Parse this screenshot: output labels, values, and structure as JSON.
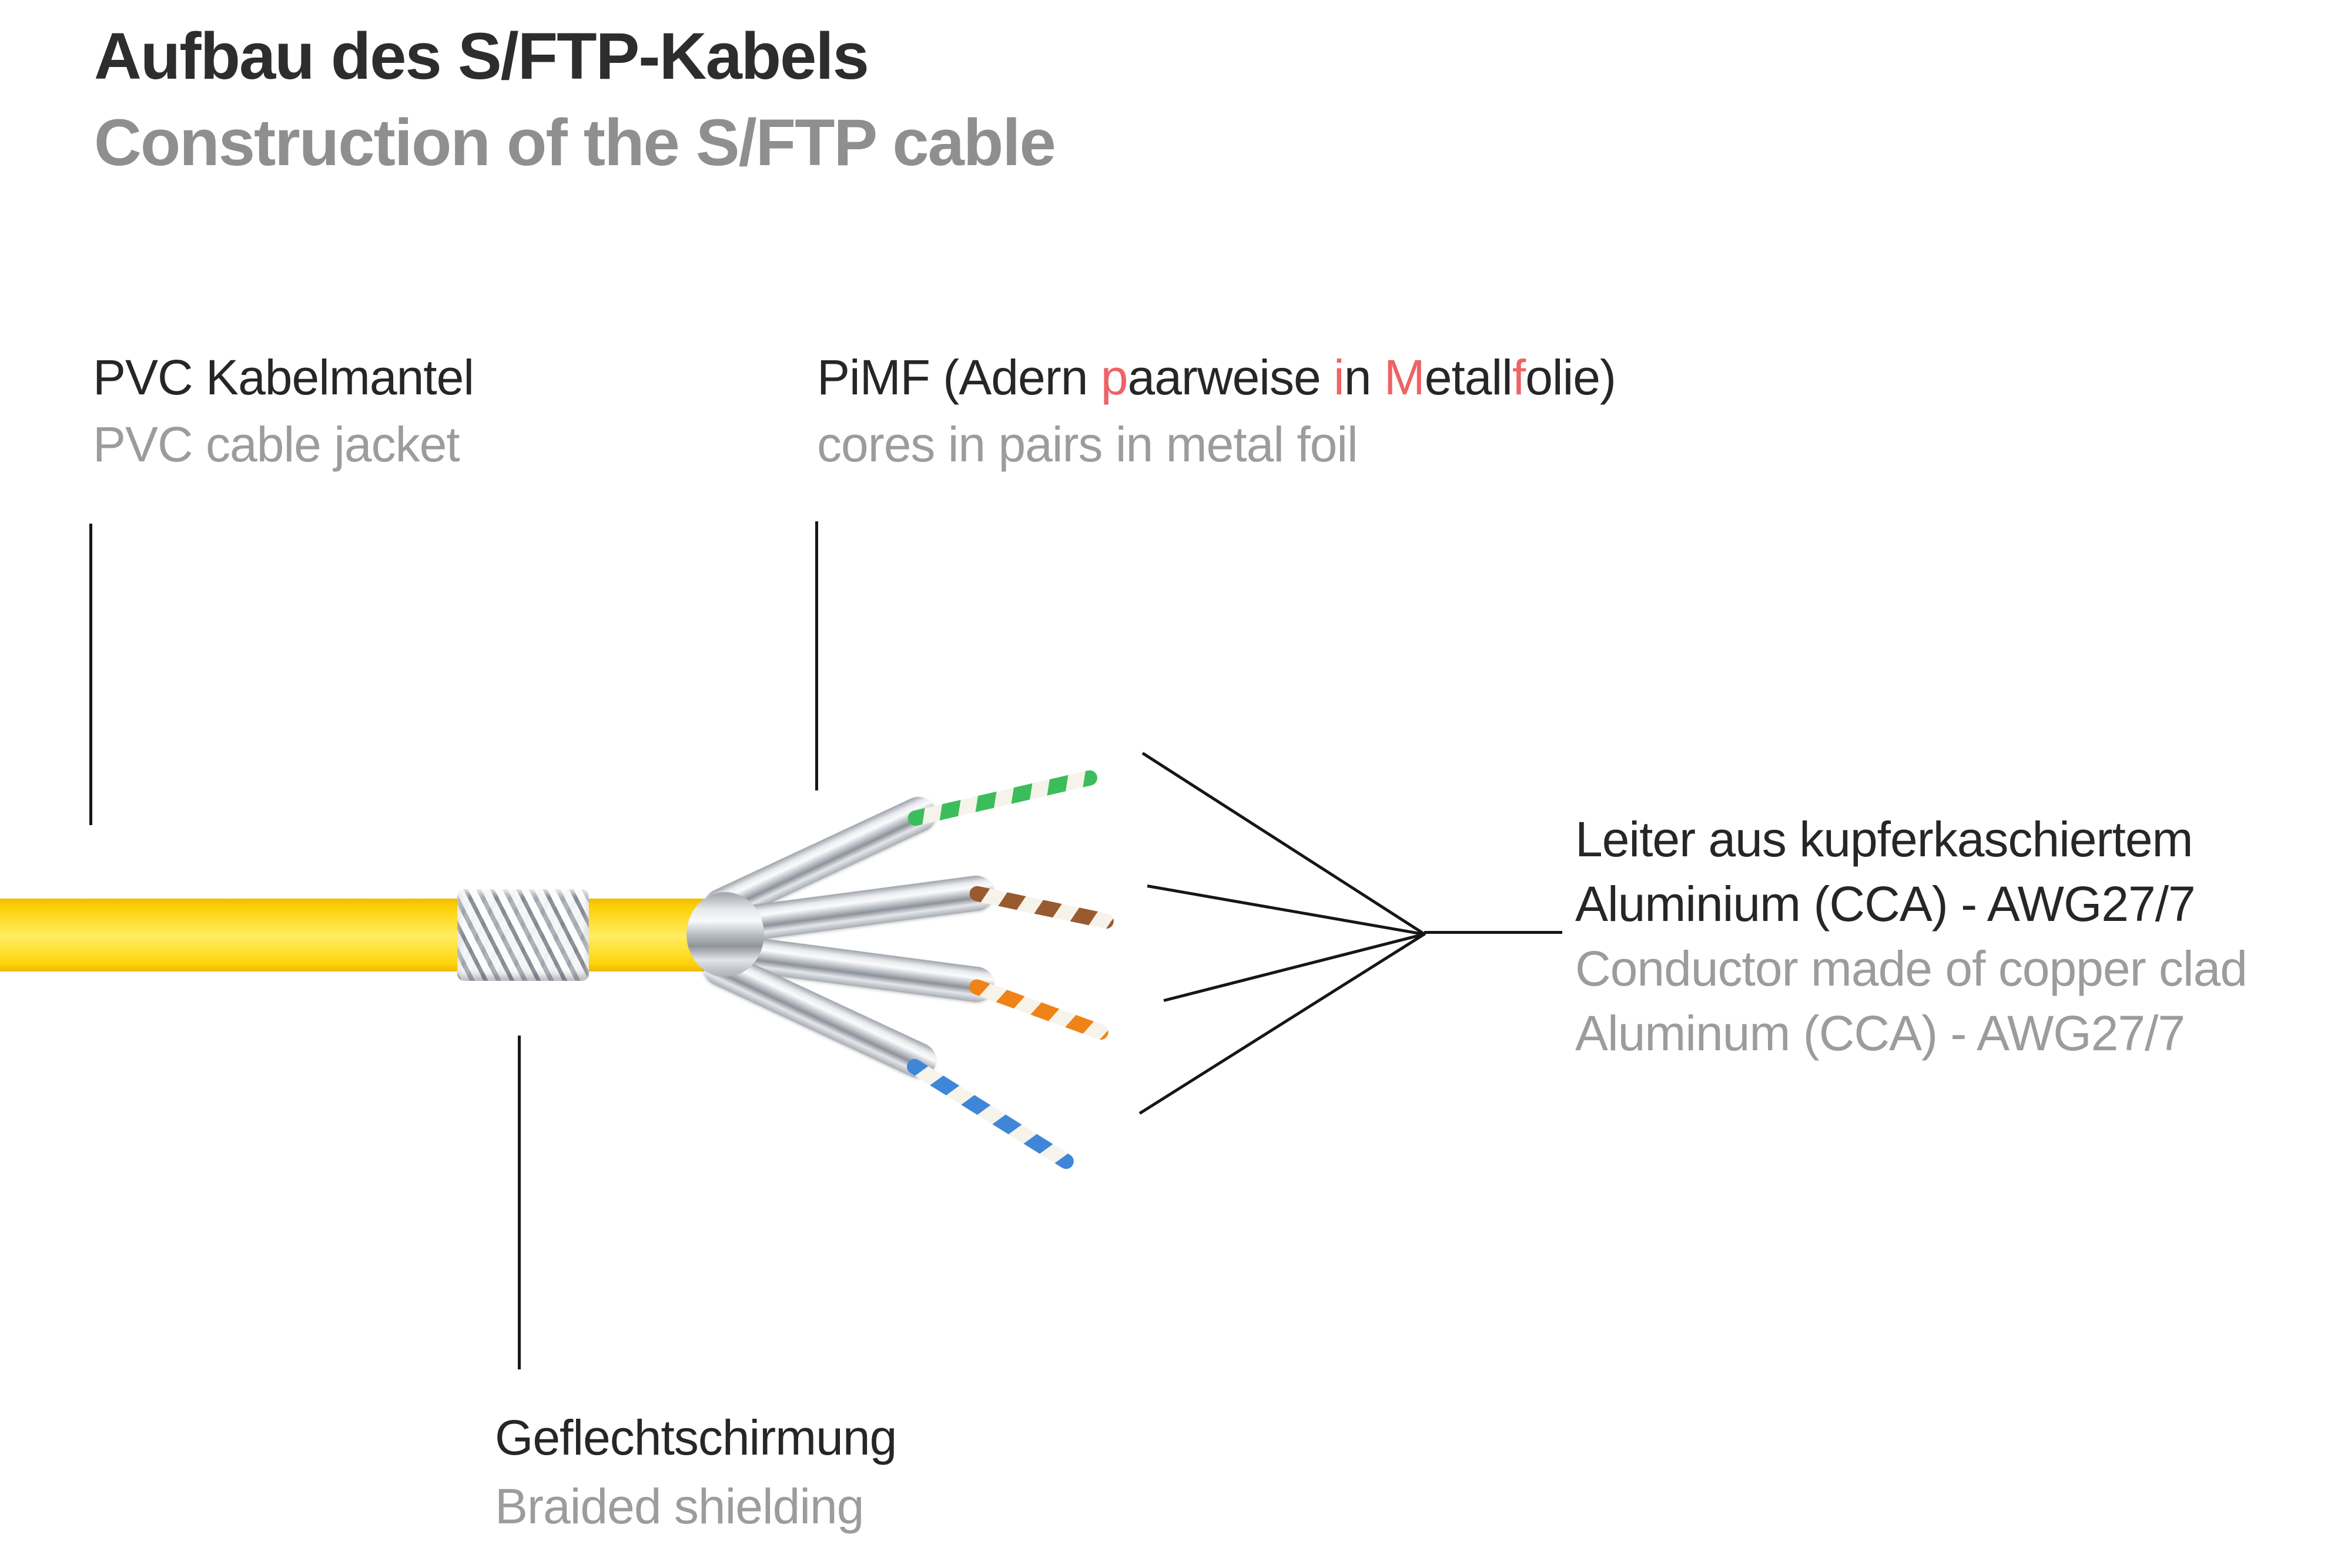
{
  "title": {
    "de": "Aufbau des S/FTP-Kabels",
    "en": "Construction of the S/FTP cable"
  },
  "labels": {
    "jacket": {
      "de": "PVC Kabelmantel",
      "en": "PVC cable jacket"
    },
    "pimf": {
      "de_parts": [
        {
          "text": "PiMF (Adern ",
          "accent": false
        },
        {
          "text": "p",
          "accent": true
        },
        {
          "text": "aarweise ",
          "accent": false
        },
        {
          "text": "i",
          "accent": true
        },
        {
          "text": "n ",
          "accent": false
        },
        {
          "text": "M",
          "accent": true
        },
        {
          "text": "etall",
          "accent": false
        },
        {
          "text": "f",
          "accent": true
        },
        {
          "text": "olie)",
          "accent": false
        }
      ],
      "en": "cores in pairs in metal foil"
    },
    "conductor": {
      "de1": "Leiter aus kupferkaschiertem",
      "de2": "Aluminium (CCA) - AWG27/7",
      "en1": "Conductor made of copper clad",
      "en2": "Aluminum (CCA) - AWG27/7"
    },
    "braid": {
      "de": "Geflechtschirmung",
      "en": "Braided shielding"
    }
  },
  "cable": {
    "jacket_material": "PVC",
    "shield_type": "braided shielding",
    "pair_wrap": "metal foil (PiMF)",
    "pairs": [
      {
        "name": "green-white twisted pair",
        "color": "#3cbd5c"
      },
      {
        "name": "brown-white twisted pair",
        "color": "#9a5a30"
      },
      {
        "name": "orange-white twisted pair",
        "color": "#ef8318"
      },
      {
        "name": "blue-white twisted pair",
        "color": "#3f86d8"
      }
    ]
  },
  "colors": {
    "text_dark": "#2d2d2d",
    "text_gray": "#8f8f8f",
    "accent_red": "#ee6365",
    "jacket_yellow": "#ffd400",
    "leader_line": "#161616",
    "background": "#ffffff"
  }
}
